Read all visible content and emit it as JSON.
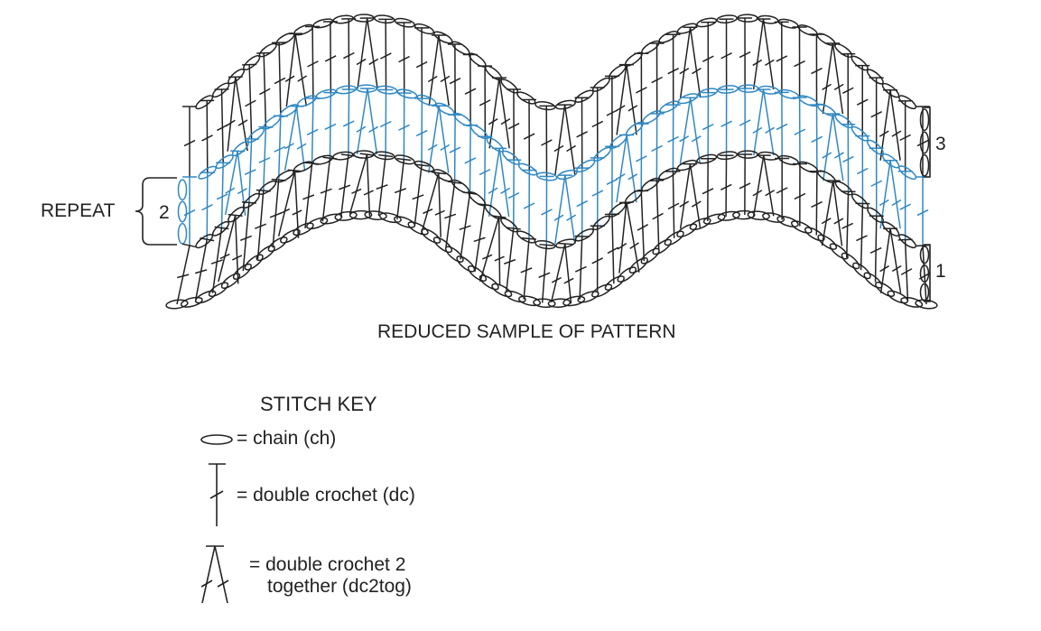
{
  "caption": "REDUCED SAMPLE OF PATTERN",
  "repeat": {
    "label": "REPEAT",
    "row": "2"
  },
  "row_labels": {
    "top": "3",
    "bottom": "1"
  },
  "stitch_key": {
    "title": "STITCH KEY",
    "items": [
      {
        "symbol": "chain-icon",
        "text": "= chain (ch)"
      },
      {
        "symbol": "double-crochet-icon",
        "text": "= double crochet (dc)"
      },
      {
        "symbol": "dc2tog-icon",
        "line1": "= double crochet 2",
        "line2": "together (dc2tog)"
      }
    ]
  },
  "colors": {
    "ink": "#222222",
    "accent_row": "#2f88c4"
  }
}
